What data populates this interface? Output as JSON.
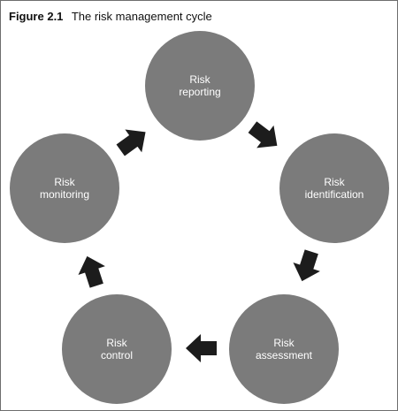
{
  "figure": {
    "number": "Figure 2.1",
    "title": "The risk management cycle"
  },
  "colors": {
    "node_fill": "#7b7b7b",
    "node_text": "#ffffff",
    "arrow_fill": "#1c1c1c",
    "border": "#6e6e6e"
  },
  "nodes": [
    {
      "id": "reporting",
      "lines": [
        "Risk",
        "reporting"
      ]
    },
    {
      "id": "identification",
      "lines": [
        "Risk",
        "identification"
      ]
    },
    {
      "id": "assessment",
      "lines": [
        "Risk",
        "assessment"
      ]
    },
    {
      "id": "control",
      "lines": [
        "Risk",
        "control"
      ]
    },
    {
      "id": "monitoring",
      "lines": [
        "Risk",
        "monitoring"
      ]
    }
  ],
  "flow": [
    {
      "from": "reporting",
      "to": "identification",
      "icon": "arrow-icon"
    },
    {
      "from": "identification",
      "to": "assessment",
      "icon": "arrow-icon"
    },
    {
      "from": "assessment",
      "to": "control",
      "icon": "arrow-icon"
    },
    {
      "from": "control",
      "to": "monitoring",
      "icon": "arrow-icon"
    },
    {
      "from": "monitoring",
      "to": "reporting",
      "icon": "arrow-icon"
    }
  ]
}
